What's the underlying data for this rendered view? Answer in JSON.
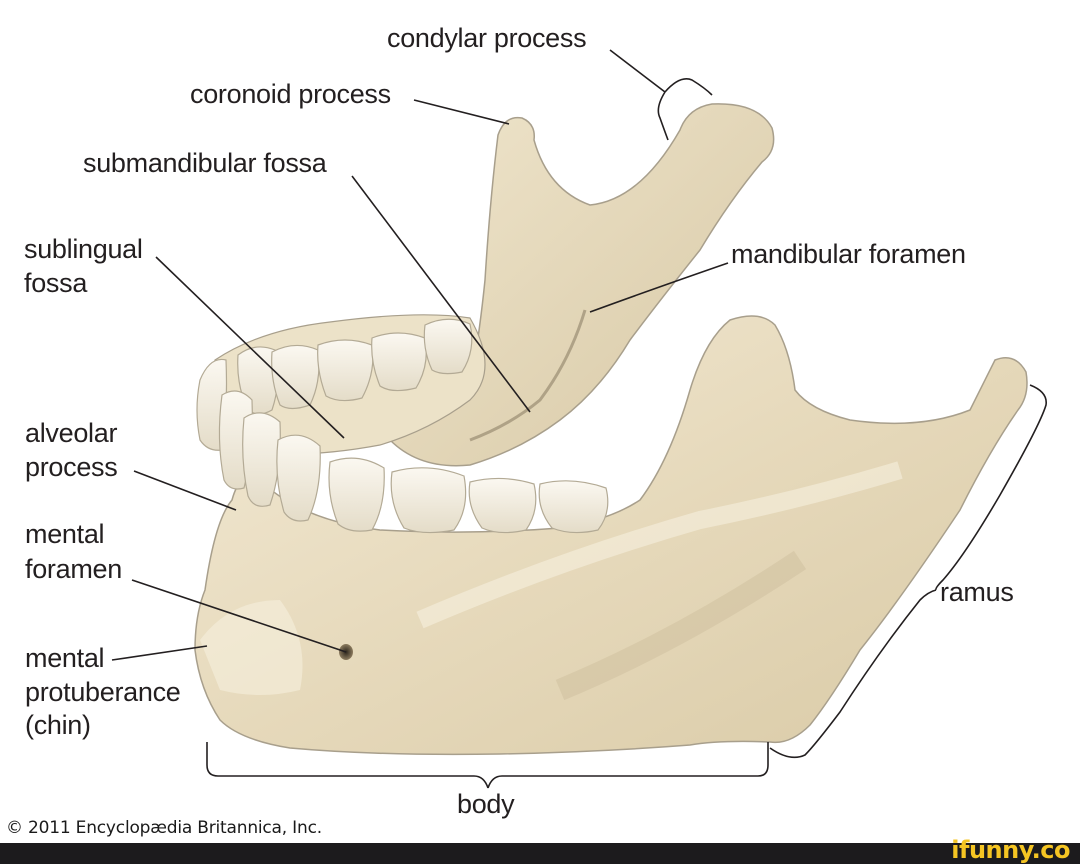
{
  "diagram": {
    "subject": "Human mandible (lower jaw), two views",
    "labels": {
      "condylar_process": "condylar process",
      "coronoid_process": "coronoid process",
      "submandibular_fossa": "submandibular fossa",
      "sublingual_fossa_line1": "sublingual",
      "sublingual_fossa_line2": "fossa",
      "mandibular_foramen": "mandibular foramen",
      "alveolar_process_line1": "alveolar",
      "alveolar_process_line2": "process",
      "mental_foramen_line1": "mental",
      "mental_foramen_line2": "foramen",
      "mental_protuberance_line1": "mental",
      "mental_protuberance_line2": "protuberance",
      "mental_protuberance_line3": "(chin)",
      "ramus": "ramus",
      "body": "body"
    },
    "colors": {
      "bone": "#e8dcc0",
      "bone_shadow": "#cbbd9c",
      "bone_highlight": "#f6efde",
      "tooth": "#f1ece0",
      "outline": "#a89f8c",
      "leader_line": "#231f20",
      "text": "#231f20"
    }
  },
  "footer": {
    "copyright": "© 2011 Encyclopædia Britannica, Inc.",
    "watermark": "ifunny.co",
    "watermark_color": "#f5c523",
    "bar_color": "#1c1b1d"
  }
}
